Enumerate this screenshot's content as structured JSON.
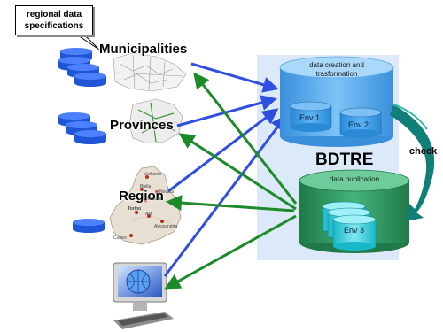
{
  "callout": {
    "line1": "regional data",
    "line2": "specifications"
  },
  "levels": {
    "municipalities": "Municipalities",
    "provinces": "Provinces",
    "region": "Region"
  },
  "bdtre": {
    "title": "BDTRE",
    "creation_label_1": "data creation and",
    "creation_label_2": "trasformation",
    "env1": "Env 1",
    "env2": "Env 2",
    "publication_label": "data publication",
    "env3": "Env 3",
    "check": "check"
  },
  "map_cities": {
    "verbania": "Verbania",
    "biella": "Biella",
    "novara": "Novara",
    "vercelli": "Vercelli",
    "torino": "Torino",
    "asti": "Asti",
    "alessandria": "Alessandria",
    "cuneo": "Cuneo"
  },
  "colors": {
    "db_blue": "#1f55d6",
    "arrow_blue": "#2f4fe0",
    "arrow_green": "#1d8a2a",
    "panel": "#dbe9f8",
    "cyl_blue": "#4aa8ec",
    "cyl_green": "#2e9e62",
    "check_teal": "#0f7f78"
  }
}
